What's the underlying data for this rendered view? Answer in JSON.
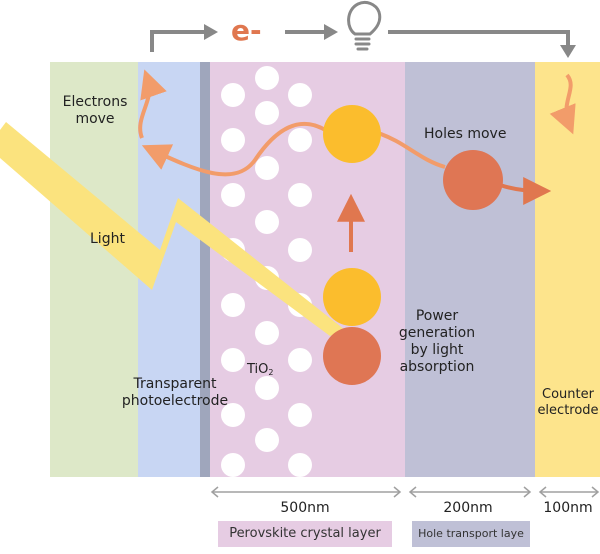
{
  "labels": {
    "electrons_move_1": "Electrons",
    "electrons_move_2": "move",
    "holes_move": "Holes move",
    "light": "Light",
    "power_1": "Power",
    "power_2": "generation",
    "power_3": "by light",
    "power_4": "absorption",
    "tio2": "TiO",
    "tio2_sub": "2",
    "transparent_1": "Transparent",
    "transparent_2": "photoelectrode",
    "counter_1": "Counter",
    "counter_2": "electrode",
    "electron_symbol": "e-"
  },
  "dimensions": {
    "perovskite_thickness": "500nm",
    "hole_transport_thickness": "200nm",
    "counter_thickness": "100nm"
  },
  "layer_tags": {
    "perovskite": "Perovskite crystal layer",
    "hole_transport": "Hole transport laye"
  },
  "colors": {
    "glass_green": "#dde8c8",
    "electrode_blue": "#c8d6f3",
    "interface_gray": "#9fa6bc",
    "perovskite_pink": "#e6cce3",
    "hole_transport_gray": "#bfc0d6",
    "counter_yellow": "#fde48c",
    "electron_yellow": "#fbbd2d",
    "hole_orange": "#df7654",
    "arrow_orange": "#f29c6a",
    "circuit_gray": "#888888",
    "light_beam": "#fbe37e"
  },
  "icons": {
    "bulb": "lightbulb-icon"
  }
}
